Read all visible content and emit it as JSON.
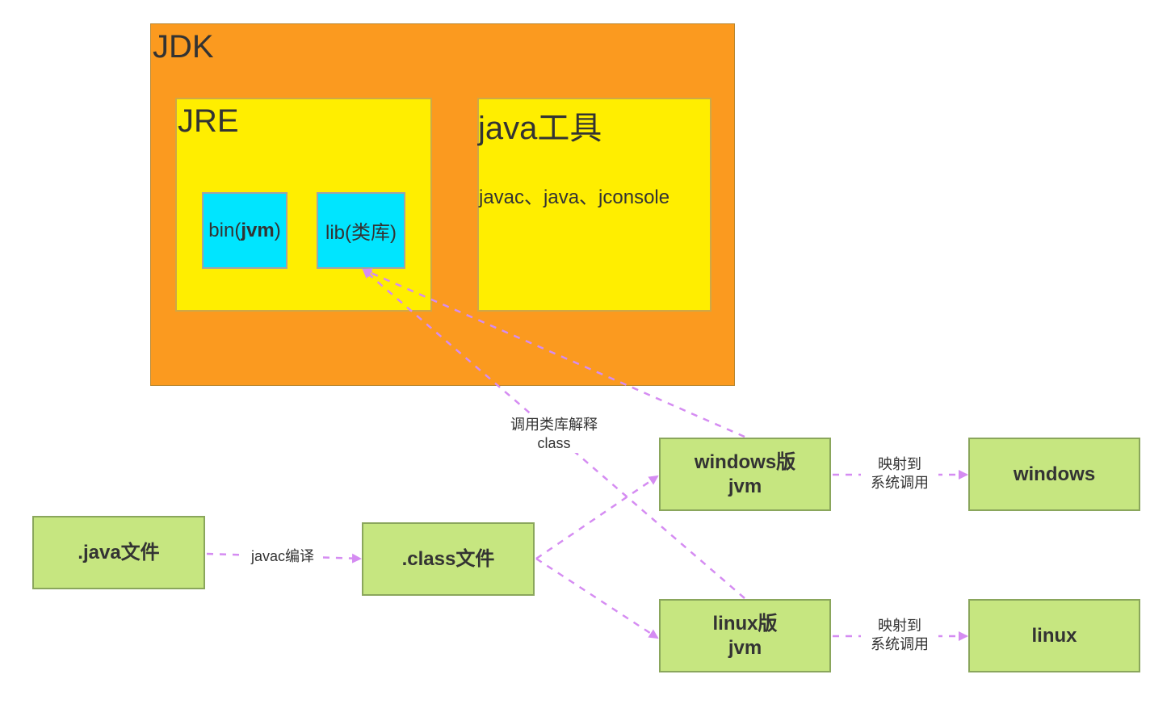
{
  "jdk": {
    "title": "JDK"
  },
  "jre": {
    "title": "JRE",
    "bin": {
      "pre": "bin(",
      "bold": "jvm",
      "post": ")"
    },
    "lib": "lib(类库)"
  },
  "tools": {
    "title": "java工具",
    "list": "javac、java、jconsole"
  },
  "flow": {
    "java_file": ".java文件",
    "compile_label": "javac编译",
    "class_file": ".class文件",
    "windows_jvm": [
      "windows版",
      "jvm"
    ],
    "linux_jvm": [
      "linux版",
      "jvm"
    ],
    "map_label": [
      "映射到",
      "系统调用"
    ],
    "windows_os": "windows",
    "linux_os": "linux",
    "lib_label": [
      "调用类库解释",
      "class"
    ]
  },
  "colors": {
    "jdk": "#fb9a1f",
    "container": "#ffee00",
    "module": "#00e5ff",
    "node": "#c6e680",
    "arrow": "#d58cf2"
  }
}
